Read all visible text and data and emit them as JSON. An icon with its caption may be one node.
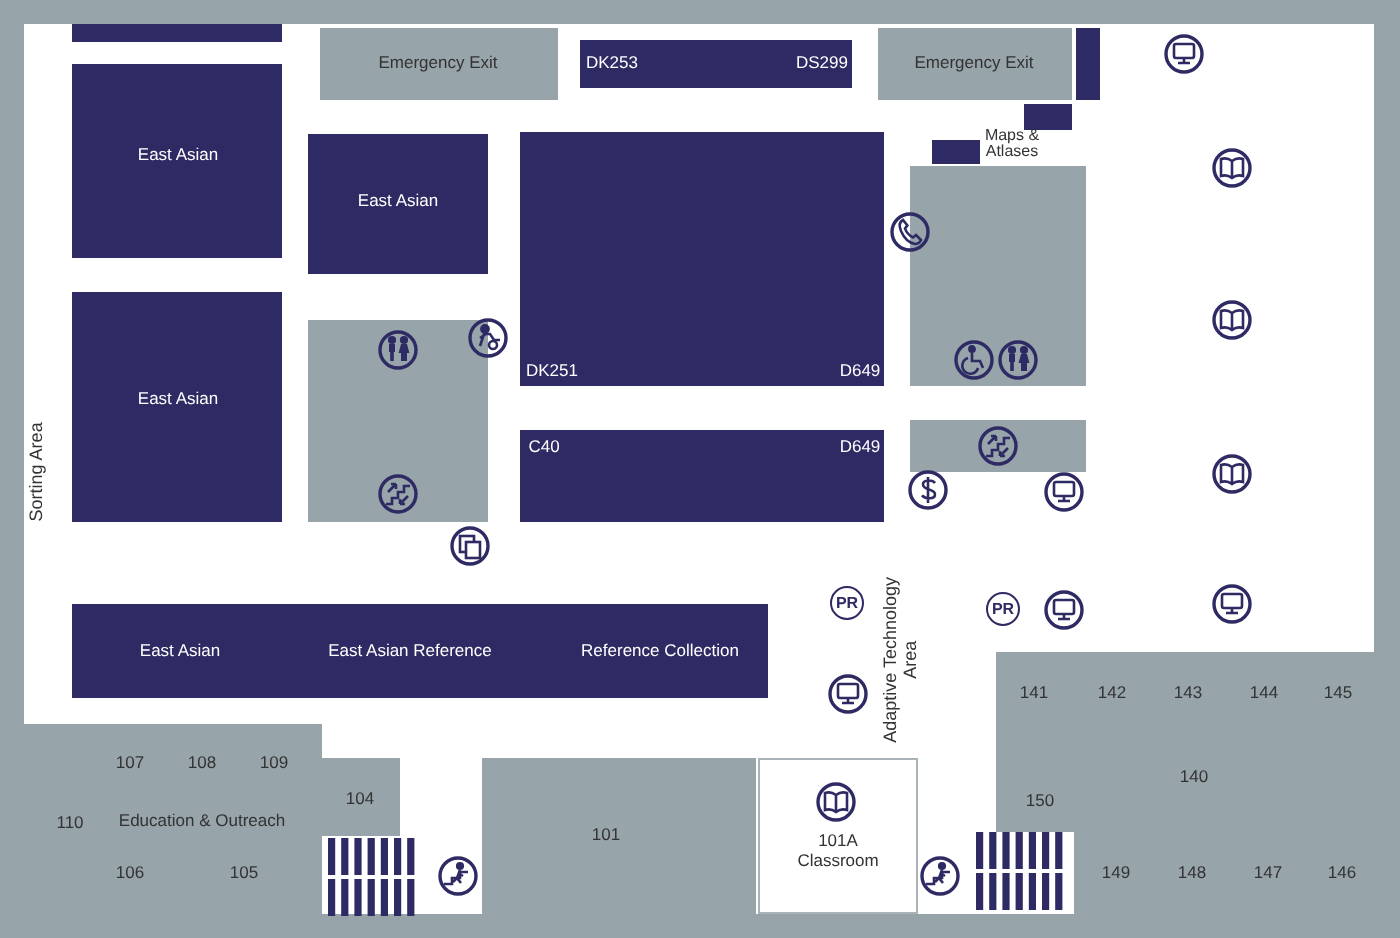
{
  "diagram": {
    "nodes": [
      {
        "text": [],
        "shape": "box"
      },
      {
        "text": [
          "Emergency Exit"
        ]
      },
      {
        "text": [
          "DK253",
          "DS299"
        ]
      },
      {
        "text": [
          "Emergency Exit"
        ]
      },
      {
        "text": [],
        "shape": "box"
      },
      {
        "text": [],
        "shape": "box"
      },
      {
        "text": [
          "East Asian"
        ]
      },
      {
        "text": [
          "East Asian"
        ]
      },
      {
        "text": [
          "DK251",
          "D649"
        ]
      },
      {
        "text": [],
        "shape": "box"
      },
      {
        "text": [],
        "shape": "box"
      },
      {
        "text": [
          "East Asian"
        ]
      },
      {
        "text": [],
        "shape": "box"
      },
      {
        "text": [
          "C40",
          "D649"
        ]
      },
      {
        "text": [],
        "shape": "box"
      },
      {
        "text": [
          "East Asian",
          "East Asian Reference",
          "Reference Collection"
        ]
      },
      {
        "text": [
          "141",
          "142",
          "143",
          "144",
          "145",
          "140",
          "150",
          "149",
          "148",
          "147",
          "146"
        ]
      },
      {
        "text": [
          "107",
          "108",
          "109",
          "110",
          "Education & Outreach",
          "106",
          "105"
        ]
      },
      {
        "text": [
          "104"
        ]
      },
      {
        "text": [
          "101"
        ]
      },
      {
        "text": [
          "101A Classroom"
        ]
      }
    ],
    "labels": [
      "Maps & Atlases",
      "Sorting Area",
      "PR",
      "Adaptive Technology Area",
      "PR"
    ]
  }
}
